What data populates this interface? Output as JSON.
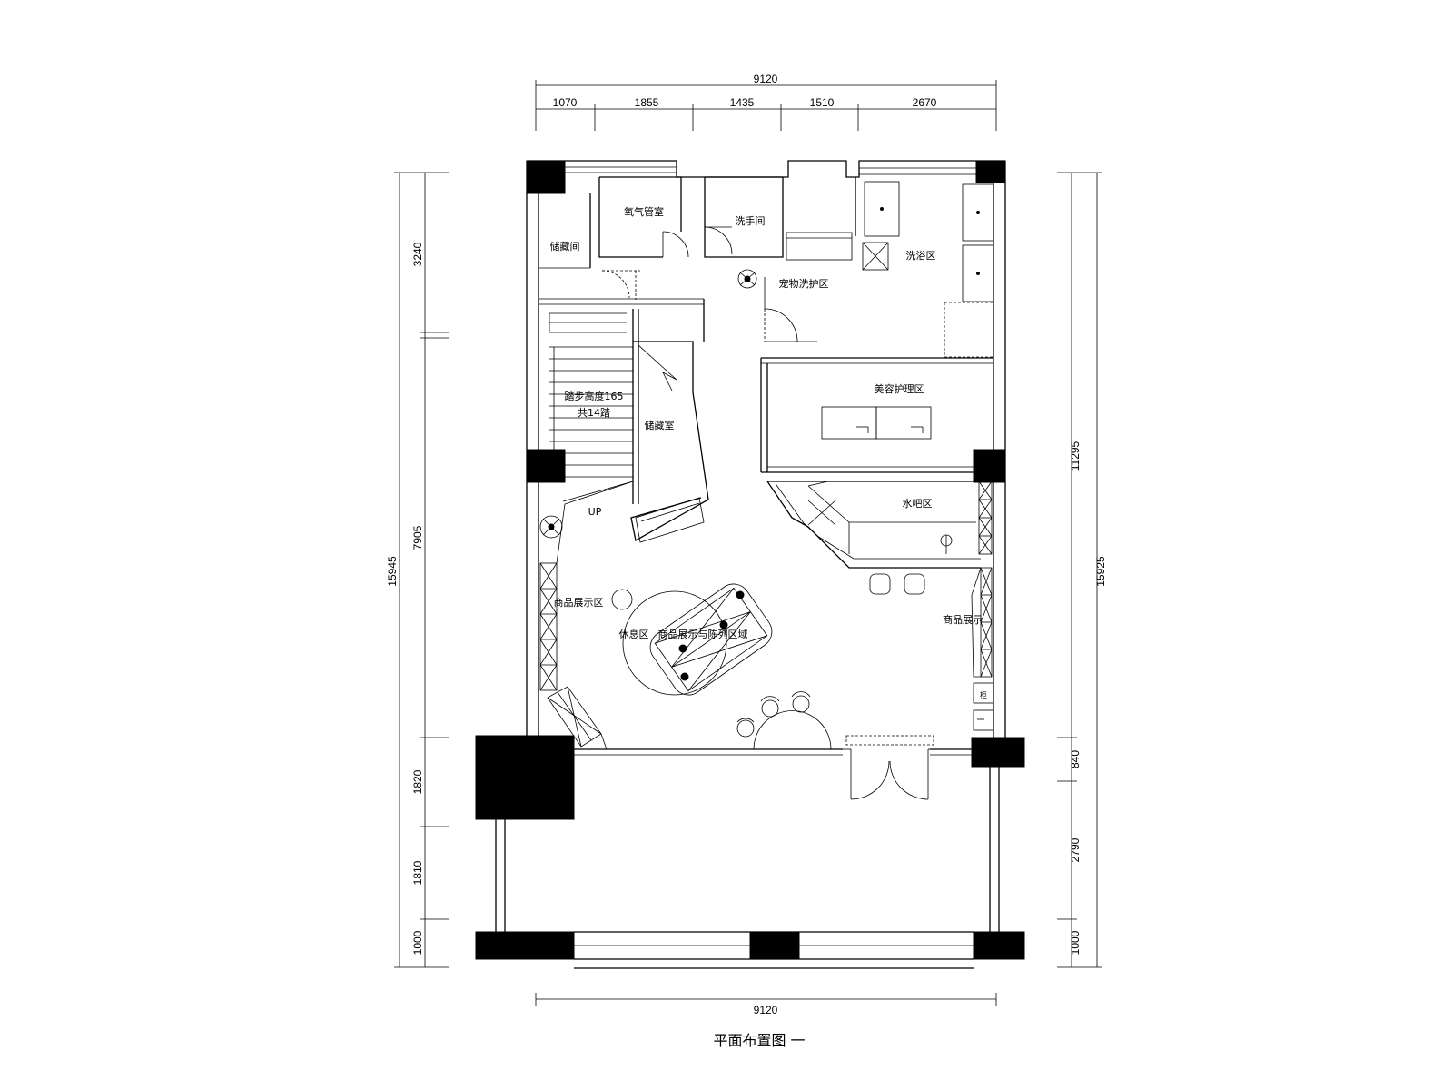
{
  "title": "平面布置图 一",
  "dimensions": {
    "top_total": "9120",
    "top_segments": [
      "1070",
      "1855",
      "1435",
      "1510",
      "2670"
    ],
    "bottom_total": "9120",
    "left_total": "15945",
    "left_segments": [
      "3240",
      "7905",
      "1820",
      "1810",
      "1000"
    ],
    "right_total": "15925",
    "right_segments": [
      "11295",
      "840",
      "2790",
      "1000"
    ]
  },
  "rooms": {
    "storage": "储藏间",
    "oxygen": "氧气管室",
    "toilet": "洗手间",
    "wash": "洗浴区",
    "pet_wash": "宠物洗护区",
    "beauty": "美容护理区",
    "stair_note_1": "踏步高度165",
    "stair_note_2": "共14踏",
    "store_room": "储藏室",
    "up": "UP",
    "bar": "水吧区",
    "display_left": "商品展示区",
    "rest": "休息区",
    "island": "商品展示与陈列区域",
    "display_right": "商品展示",
    "cabinet": "柜"
  }
}
